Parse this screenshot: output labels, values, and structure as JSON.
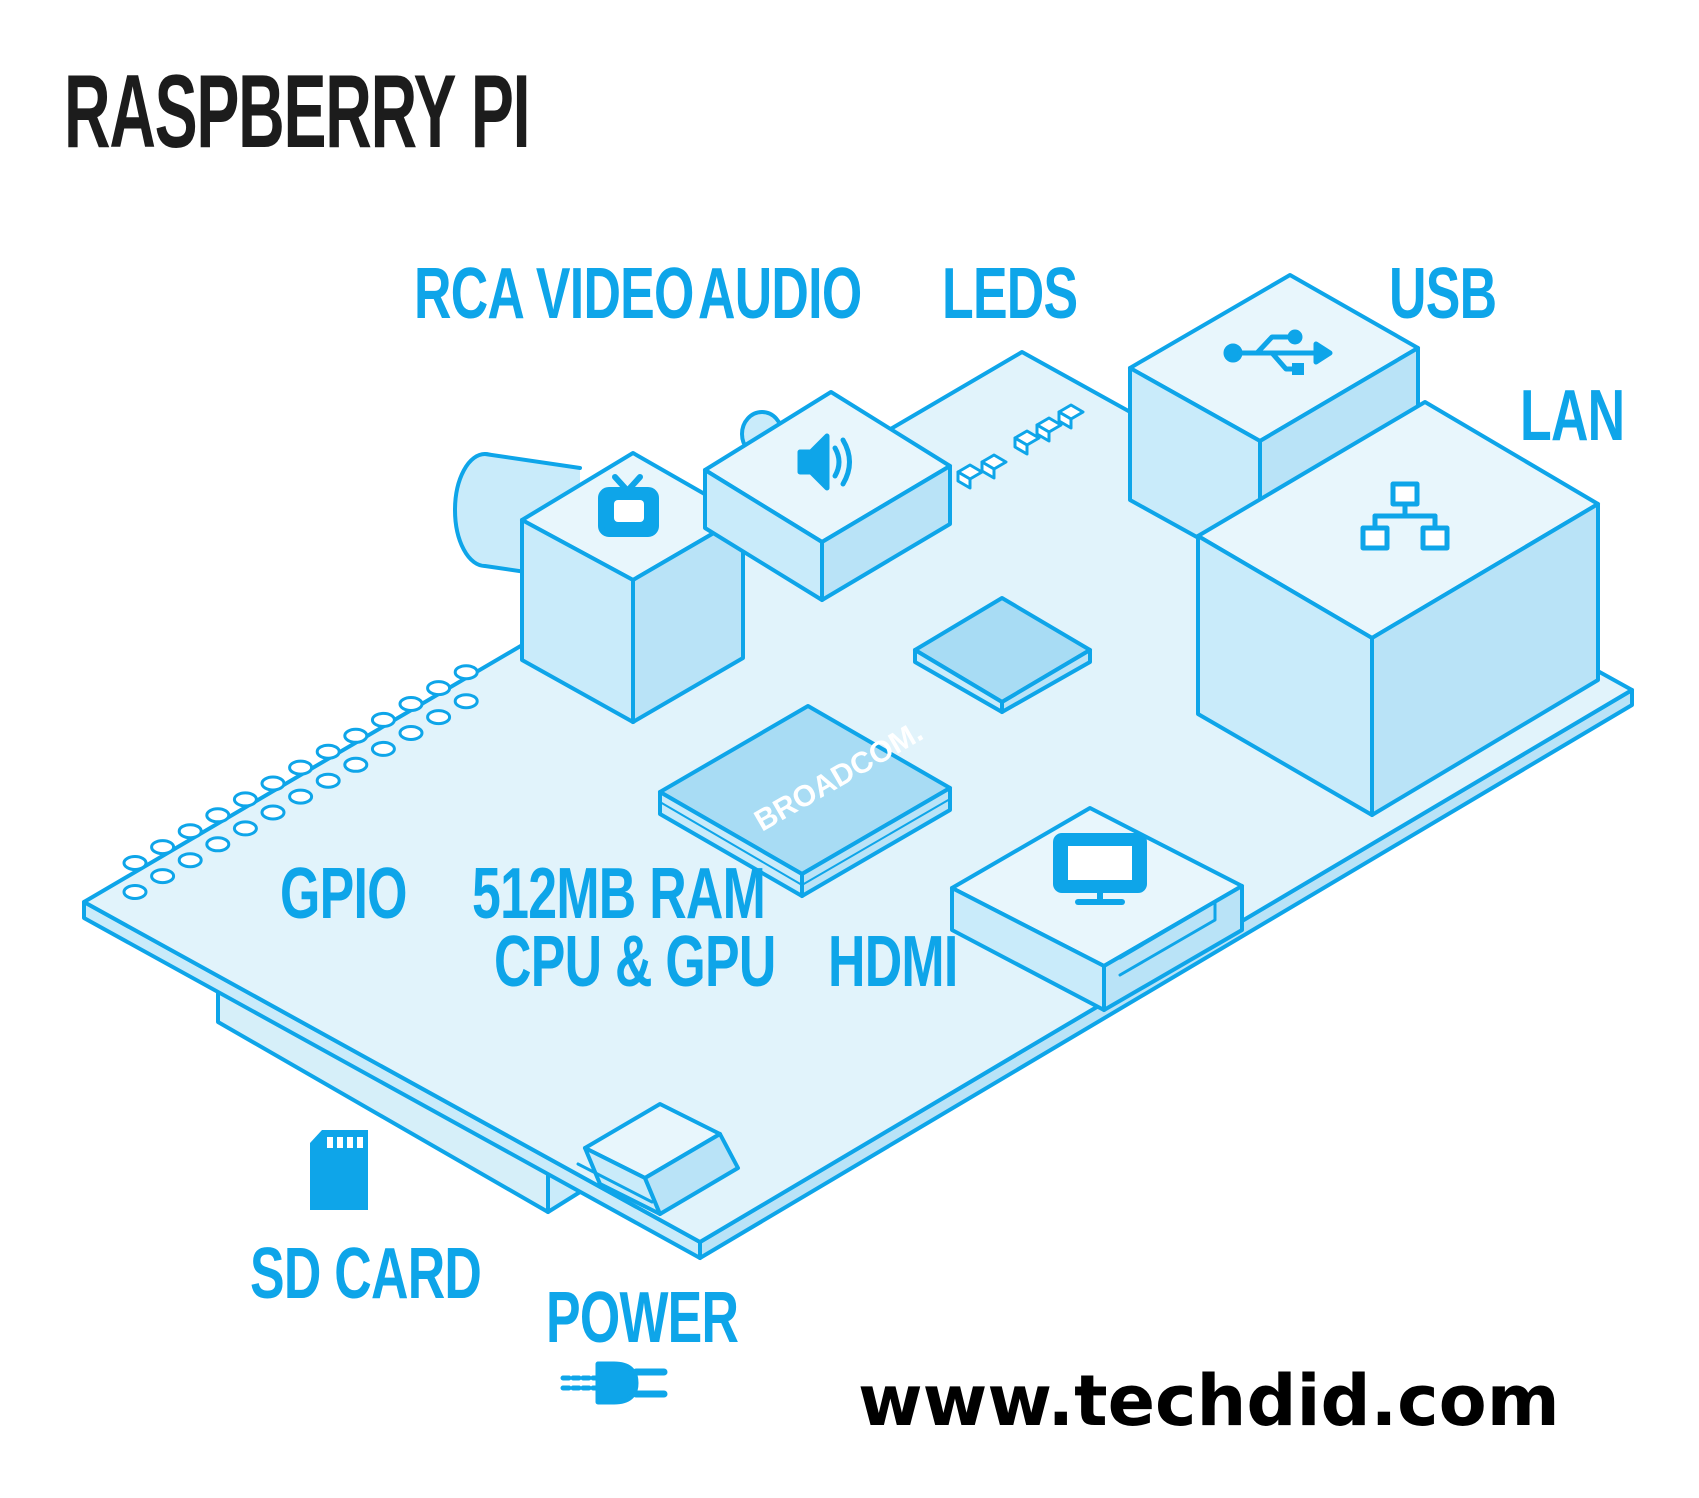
{
  "title": "RASPBERRY PI",
  "labels": {
    "rca_video": "RCA VIDEO",
    "audio": "AUDIO",
    "leds": "LEDS",
    "usb": "USB",
    "lan": "LAN",
    "gpio": "GPIO",
    "ram_line1": "512MB RAM",
    "ram_line2": "CPU & GPU",
    "hdmi": "HDMI",
    "sd_card": "SD CARD",
    "power": "POWER"
  },
  "chip_brand": "BROADCOM.",
  "website": "www.techdid.com",
  "colors": {
    "accent": "#0ea5e9",
    "board_fill": "#e1f3fb",
    "component_fill": "#c9ebfa",
    "chip_fill": "#a8dcf4",
    "title": "#1c1c1c"
  },
  "icons": [
    "tv-icon",
    "speaker-icon",
    "usb-icon",
    "network-icon",
    "monitor-icon",
    "sd-card-icon",
    "power-plug-icon"
  ]
}
